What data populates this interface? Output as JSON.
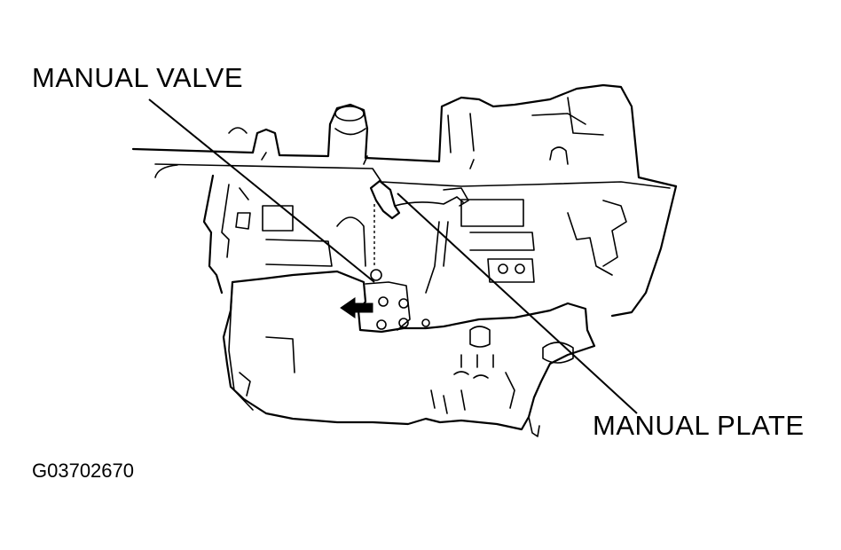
{
  "labels": {
    "manual_valve": "MANUAL VALVE",
    "manual_plate": "MANUAL PLATE"
  },
  "figure_code": "G03702670"
}
